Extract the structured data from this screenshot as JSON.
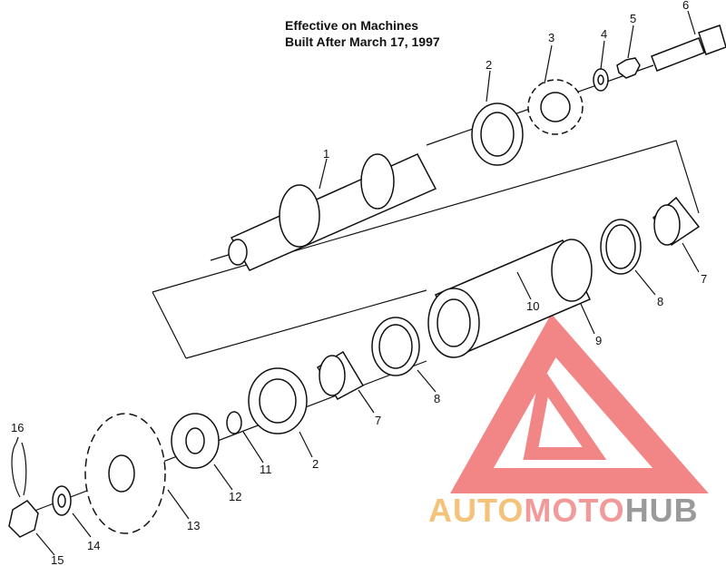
{
  "title": {
    "line1": "Effective on Machines",
    "line2": "Built After March 17, 1997"
  },
  "callouts": [
    "1",
    "2",
    "3",
    "4",
    "5",
    "6",
    "7",
    "8",
    "9",
    "10",
    "7",
    "8",
    "2",
    "11",
    "12",
    "13",
    "14",
    "15",
    "16"
  ],
  "watermark": {
    "part1": "AUTO",
    "part2": "MOTO",
    "part3": "HUB",
    "colors": {
      "auto": "#f5c27a",
      "moto": "#f29a9a",
      "hub": "#9a9a9a",
      "logo": "#f07070"
    }
  }
}
